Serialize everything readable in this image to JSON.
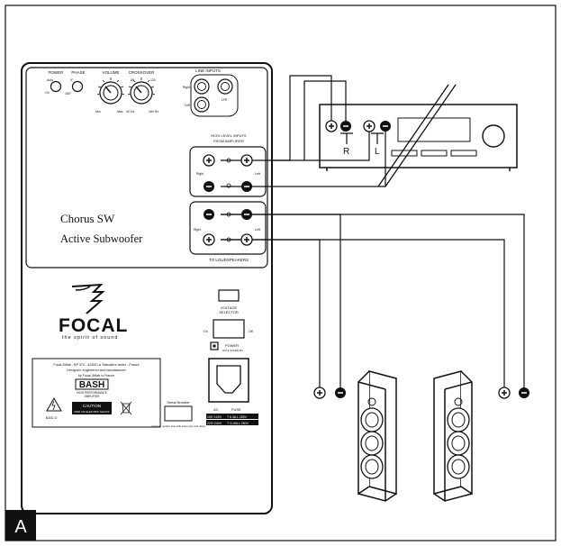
{
  "panel": {
    "knobs": {
      "power": "POWER",
      "power_on": "On",
      "power_auto": "Auto",
      "phase": "PHASE",
      "phase_0": "0°",
      "phase_180": "180°",
      "volume": "VOLUME",
      "volume_min": "Min",
      "volume_max": "Max",
      "crossover": "CROSSOVER",
      "crossover_low": "40 Hz",
      "crossover_high": "160 Hz",
      "crossover_mid1": "80",
      "crossover_mid2": "120"
    },
    "line_inputs": {
      "title": "LINE INPUTS",
      "right": "Right",
      "left": "Left",
      "lfe": "LFE"
    },
    "hl_inputs": {
      "title_line1": "HIGH LEVEL INPUTS",
      "title_line2": "FROM AMPLIFIER",
      "right": "Right",
      "left": "Left"
    },
    "model": "Chorus SW",
    "subtitle": "Active Subwoofer",
    "outputs": {
      "right": "Right",
      "left": "Left",
      "label": "TO LOUDSPEAKERS"
    },
    "voltage": {
      "line1": "VOLTAGE",
      "line2": "SELECTOR"
    },
    "power_switch": {
      "on": "On",
      "off": "Off",
      "label": "POWER",
      "sub": "ON & STAND-BY"
    },
    "brand": {
      "name": "FOCAL",
      "tagline": "the spirit of sound"
    },
    "info": {
      "line1": "Focal-JMlab - BP 374 - 42353 La Talaudière cedex - France",
      "line2": "Designed, engineered and manufactured",
      "line3": "by Focal-JMlab in France",
      "bash": "BASH",
      "bash_sub1": "HIGH PERFORMANCE",
      "bash_sub2": "AMPLIFIER",
      "caution_title": "CAUTION",
      "caution_text": "RISK OF ELECTRIC SHOCK",
      "warning_sub": "BAS1 D"
    },
    "serial": {
      "label": "Serial Number",
      "caution": "Caution : replace fuse with same type and rating"
    },
    "fuse": {
      "ac": "AC",
      "fuse": "FUSE",
      "row1_a": "100~120V",
      "row1_b": "T 6.3A L 250V",
      "row2_a": "220~240V",
      "row2_b": "T 3.15A L 250V"
    }
  },
  "amplifier": {
    "right_label": "R",
    "left_label": "L"
  },
  "terminals": {
    "plus": "+",
    "minus": "−"
  },
  "figure_label": "A"
}
